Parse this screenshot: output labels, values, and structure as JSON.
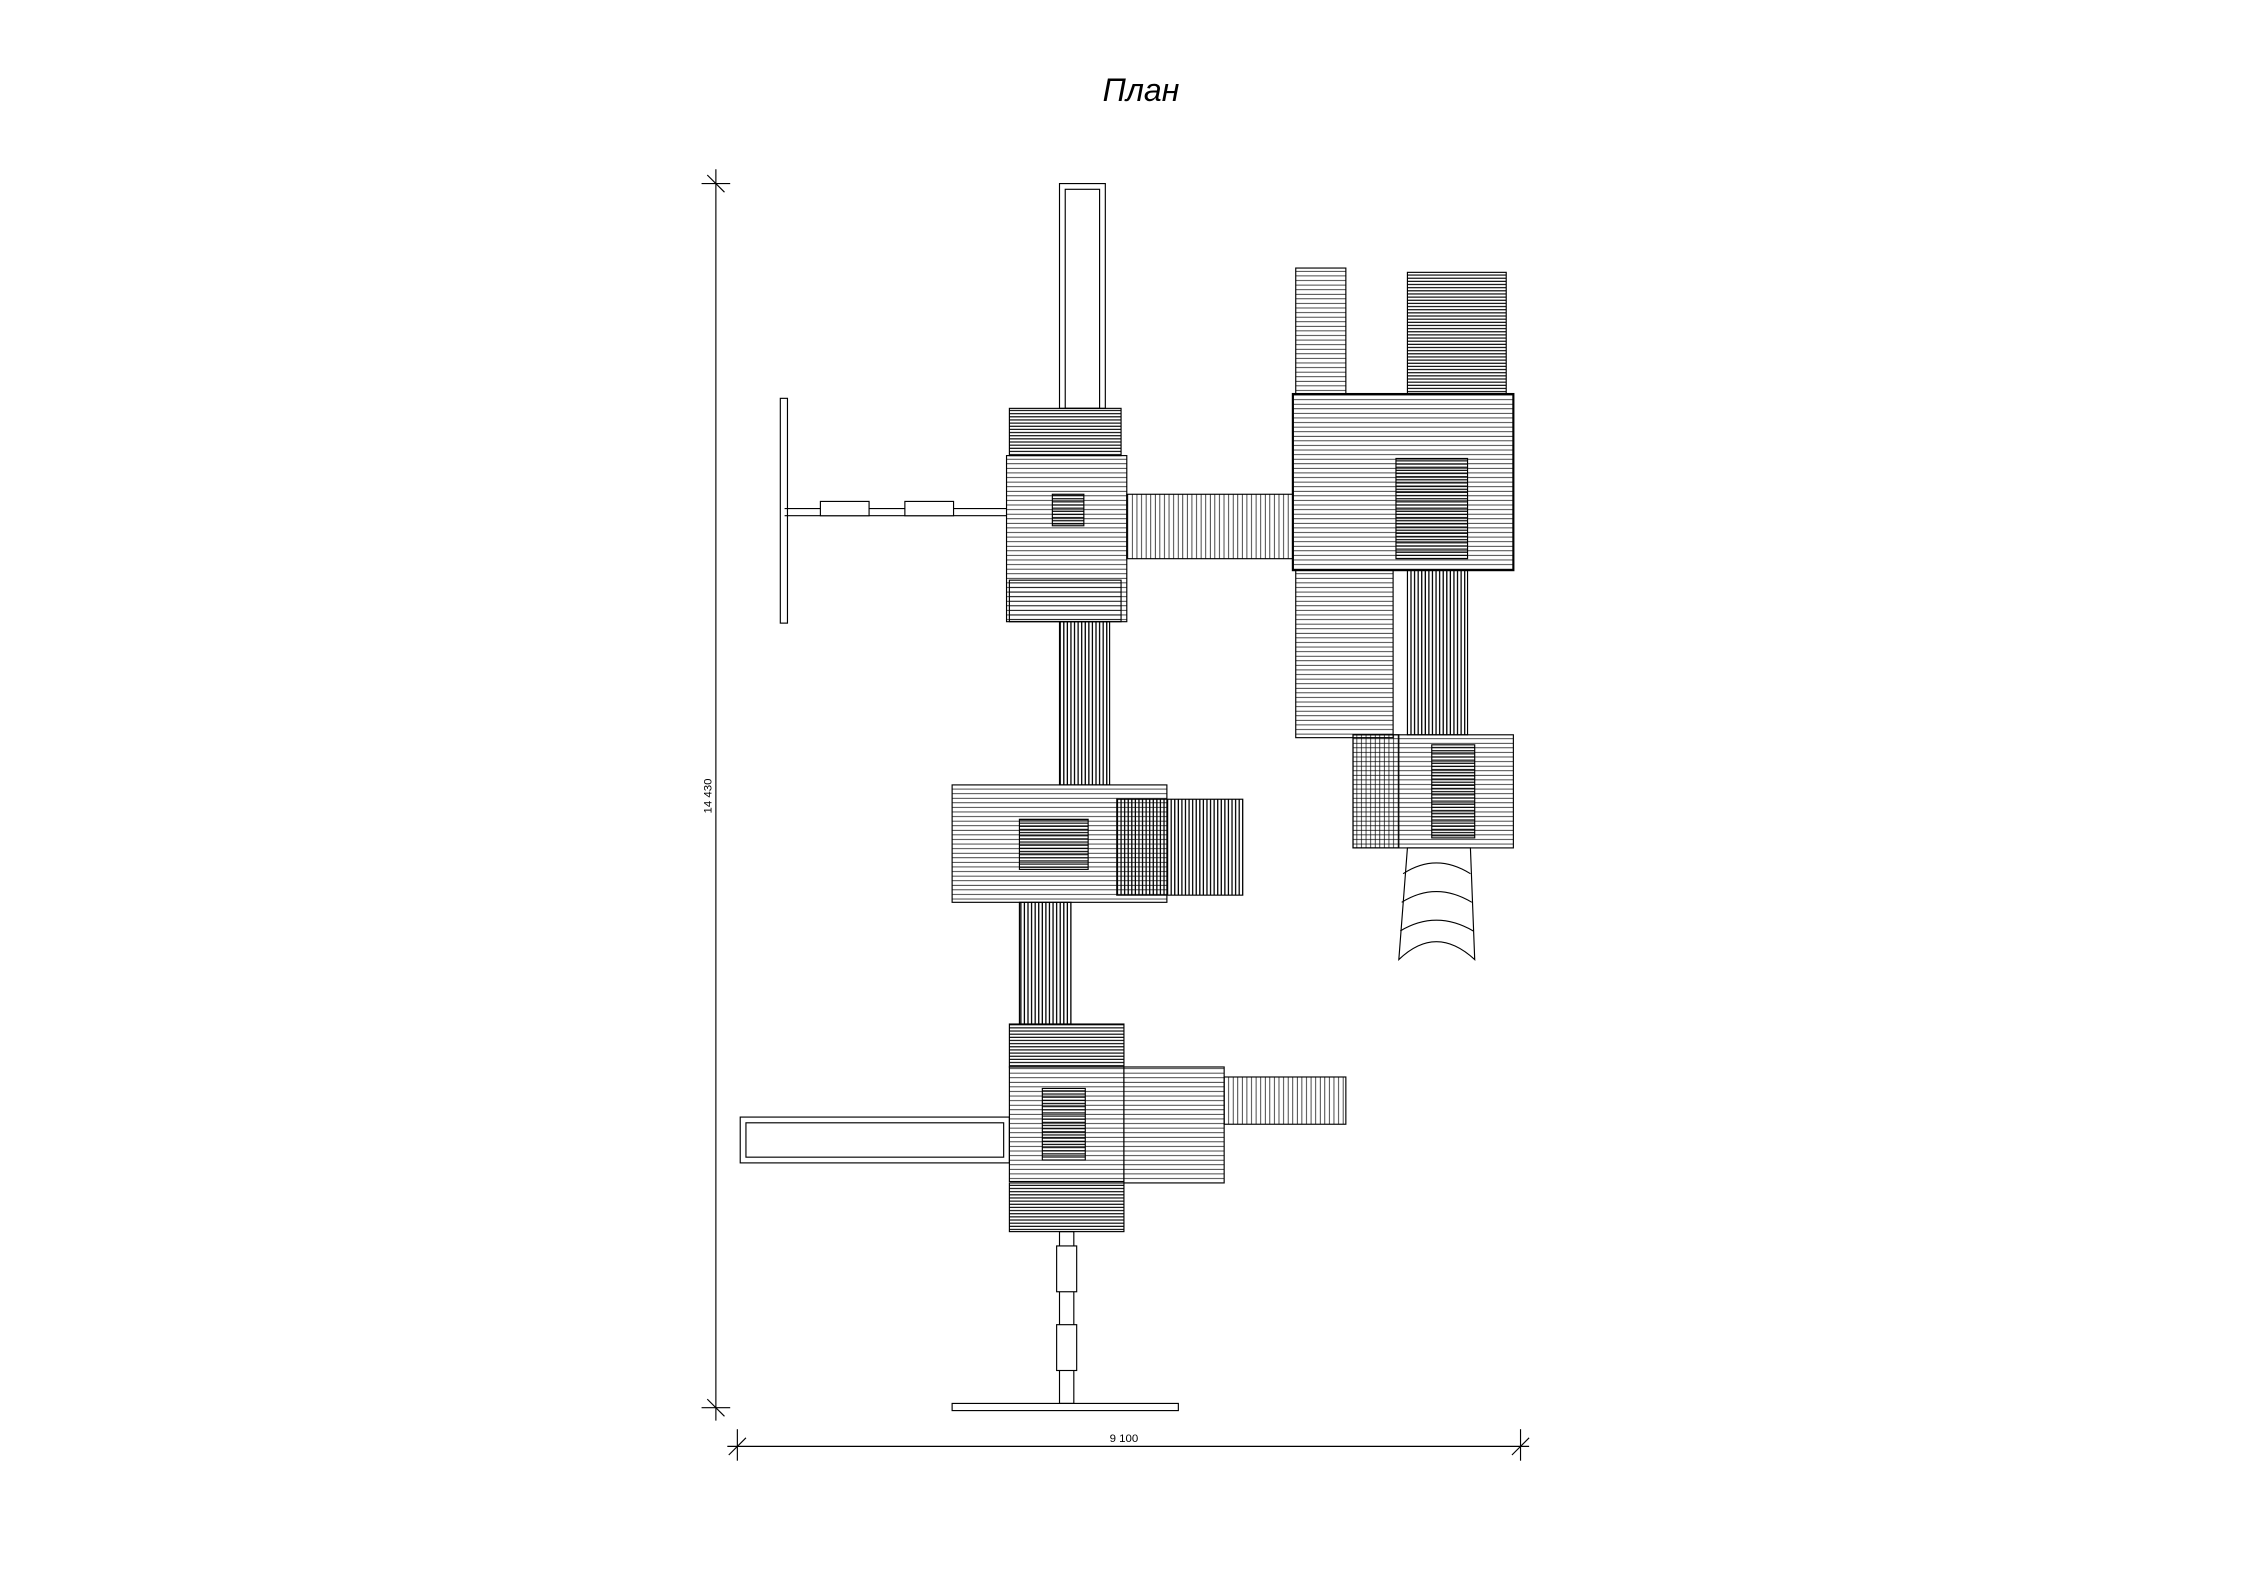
{
  "title": "План",
  "dimensions": {
    "height_label": "14 430",
    "width_label": "9 100"
  },
  "colors": {
    "line": "#000000",
    "background": "#ffffff"
  }
}
